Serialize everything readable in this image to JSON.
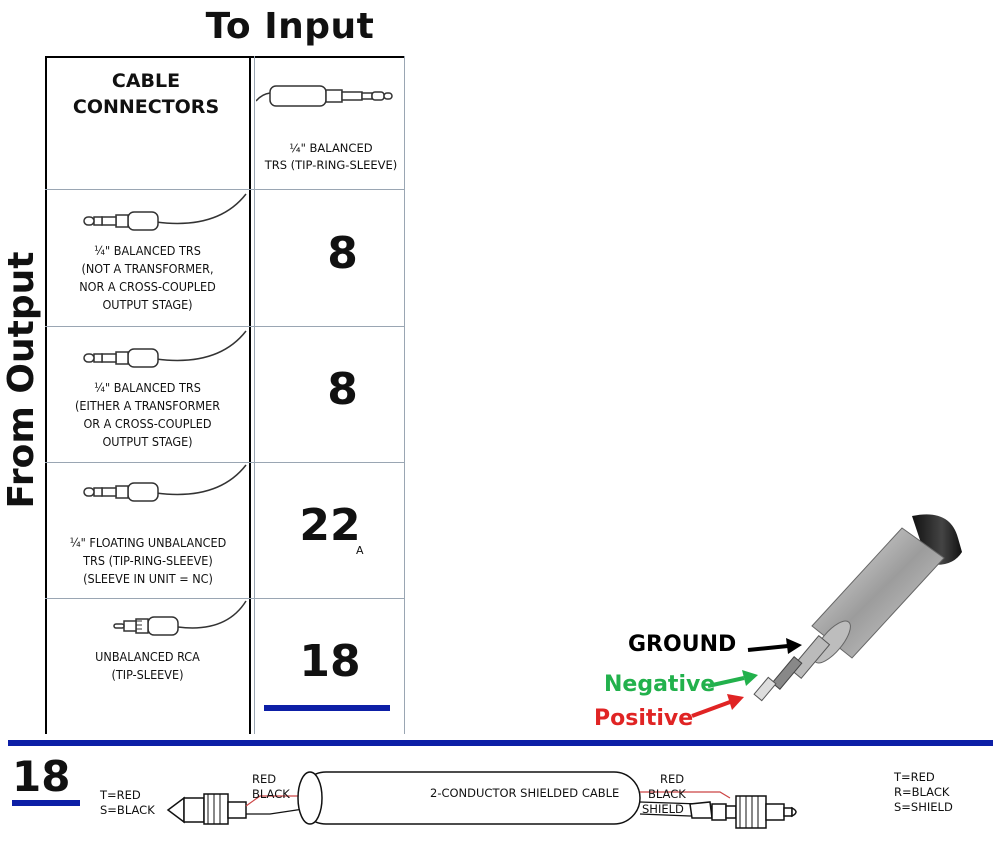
{
  "header": {
    "to_input": "To Input",
    "from_output": "From Output"
  },
  "table": {
    "corner_label_line1": "CABLE",
    "corner_label_line2": "CONNECTORS",
    "input_label_line1": "¼\" BALANCED",
    "input_label_line2": "TRS (TIP-RING-SLEEVE)",
    "rows": [
      {
        "l1": "¼\" BALANCED TRS",
        "l2": "(NOT A TRANSFORMER,",
        "l3": "NOR A CROSS-COUPLED",
        "l4": "OUTPUT STAGE)",
        "value": "8",
        "sub": ""
      },
      {
        "l1": "¼\" BALANCED TRS",
        "l2": "(EITHER A TRANSFORMER",
        "l3": "OR A CROSS-COUPLED",
        "l4": "OUTPUT STAGE)",
        "value": "8",
        "sub": ""
      },
      {
        "l1": "¼\" FLOATING UNBALANCED",
        "l2": "TRS (TIP-RING-SLEEVE)",
        "l3": "(SLEEVE IN UNIT = NC)",
        "l4": "",
        "value": "22",
        "sub": "A"
      },
      {
        "l1": "UNBALANCED RCA",
        "l2": "(TIP-SLEEVE)",
        "l3": "",
        "l4": "",
        "value": "18",
        "sub": ""
      }
    ]
  },
  "jack": {
    "ground": "GROUND",
    "negative": "Negative",
    "positive": "Positive"
  },
  "wiring": {
    "number": "18",
    "left_t": "T=RED",
    "left_s": "S=BLACK",
    "left_red": "RED",
    "left_black": "BLACK",
    "cable": "2-CONDUCTOR SHIELDED CABLE",
    "right_red": "RED",
    "right_black": "BLACK",
    "right_shield": "SHIELD",
    "right_t": "T=RED",
    "right_r": "R=BLACK",
    "right_s": "S=SHIELD"
  },
  "colors": {
    "accent_blue": "#0d1fa6",
    "ground": "#000000",
    "negative": "#22b14c",
    "positive": "#e02424"
  }
}
